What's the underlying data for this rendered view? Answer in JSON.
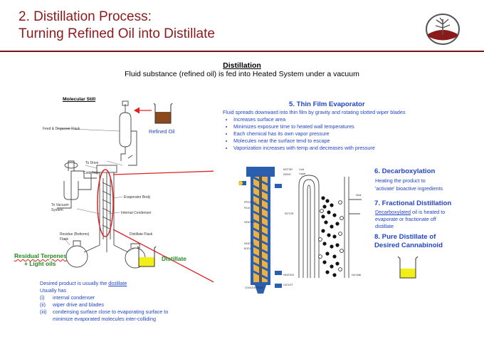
{
  "slide": {
    "title_line1": "2. Distillation Process:",
    "title_line2": "Turning Refined Oil into Distillate",
    "heading": "Distillation",
    "subheading": "Fluid substance (refined oil) is fed into Heated System under a vacuum"
  },
  "still": {
    "title": "Molecular Still",
    "labels": {
      "feed": "Feed & Degasser Flask",
      "to_drive": "To Drive",
      "cold_trap": "Cold Trap",
      "evaporator": "Evaporator Body",
      "to_vacuum": "To Vacuum",
      "system": "System",
      "condenser": "Internal Condenser",
      "residue1": "Residue (Bottoms)",
      "residue2": "Flask",
      "distillate_flask": "Distillate Flask"
    },
    "refined_oil": "Refined Oil",
    "distillate": "Distillate",
    "residual1": "Residual Terpenes",
    "residual2": "+ Light oils"
  },
  "evaporator": {
    "title": "5. Thin Film Evaporator",
    "intro": "Fluid spreads downward into thin film by gravity and rotating slotted wiper blades",
    "bullets": [
      "Increases surface area",
      "Minimizes exposure time to heated wall temperatures",
      "Each chemical has its own vapor pressure",
      "Molecules near the surface tend to escape",
      "Vaporization increases with temp and decreases with pressure"
    ]
  },
  "steps": {
    "decarb_title": "6. Decarboxylation",
    "decarb_text1": "Heating the product to",
    "decarb_text2": "'activate' bioactive ingredients",
    "frac_title": "7. Fractional Distillation",
    "frac_text1_u": "Decarboxylated",
    "frac_text1_rest": " oil is heated to",
    "frac_text2": "evaporate or fractionate off",
    "frac_text3": "distillate",
    "pure_title1": "8. Pure Distillate of",
    "pure_title2": "Desired Cannabinoid"
  },
  "notes": {
    "line1_pre": "Desired product is usually the ",
    "line1_u": "distillate",
    "line2": "Usually has",
    "items": [
      {
        "num": "(i)",
        "text": "internal condenser"
      },
      {
        "num": "(ii)",
        "text": "wiper drive and blades"
      },
      {
        "num": "(iii)",
        "text": "condensing surface close to evaporating surface to"
      }
    ],
    "line_cont": "minimize evaporated molecules inter-colliding"
  },
  "colors": {
    "title": "#8b1a1a",
    "rule": "#7a1414",
    "blue_text": "#2244cc",
    "green_text": "#228b22",
    "red_line": "#e02020",
    "oil_brown": "#8b4a1e",
    "distillate_yellow": "#f2ee18"
  },
  "icons": {
    "logo": "plant-silhouette-logo"
  }
}
